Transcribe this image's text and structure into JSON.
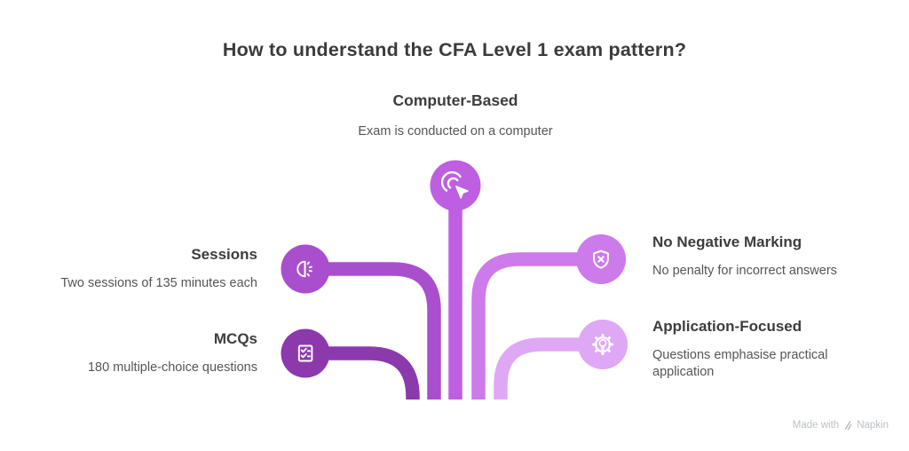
{
  "title": "How to understand the CFA Level 1 exam pattern?",
  "nodes": {
    "computer_based": {
      "title": "Computer-Based",
      "description": "Exam is conducted on a computer",
      "icon": "cursor-click-icon"
    },
    "sessions": {
      "title": "Sessions",
      "description": "Two sessions of 135 minutes each",
      "icon": "half-clock-icon"
    },
    "mcqs": {
      "title": "MCQs",
      "description": "180 multiple-choice questions",
      "icon": "checklist-icon"
    },
    "no_negative_marking": {
      "title": "No Negative Marking",
      "description": "No penalty for incorrect answers",
      "icon": "shield-x-icon"
    },
    "application_focused": {
      "title": "Application-Focused",
      "description": "Questions emphasise practical application",
      "icon": "gear-lightbulb-icon"
    }
  },
  "colors": {
    "center": "#bd5fe0",
    "sessions": "#a94fcd",
    "mcqs": "#8c39ad",
    "no_negative": "#cd7aeb",
    "application": "#dfa8f5",
    "title_text": "#3b3b3b",
    "node_title_text": "#3d3d3d",
    "description_text": "#555555",
    "icon_stroke": "#ffffff",
    "watermark_text": "#bcc0c5"
  },
  "watermark": {
    "prefix": "Made with",
    "brand": "Napkin"
  }
}
